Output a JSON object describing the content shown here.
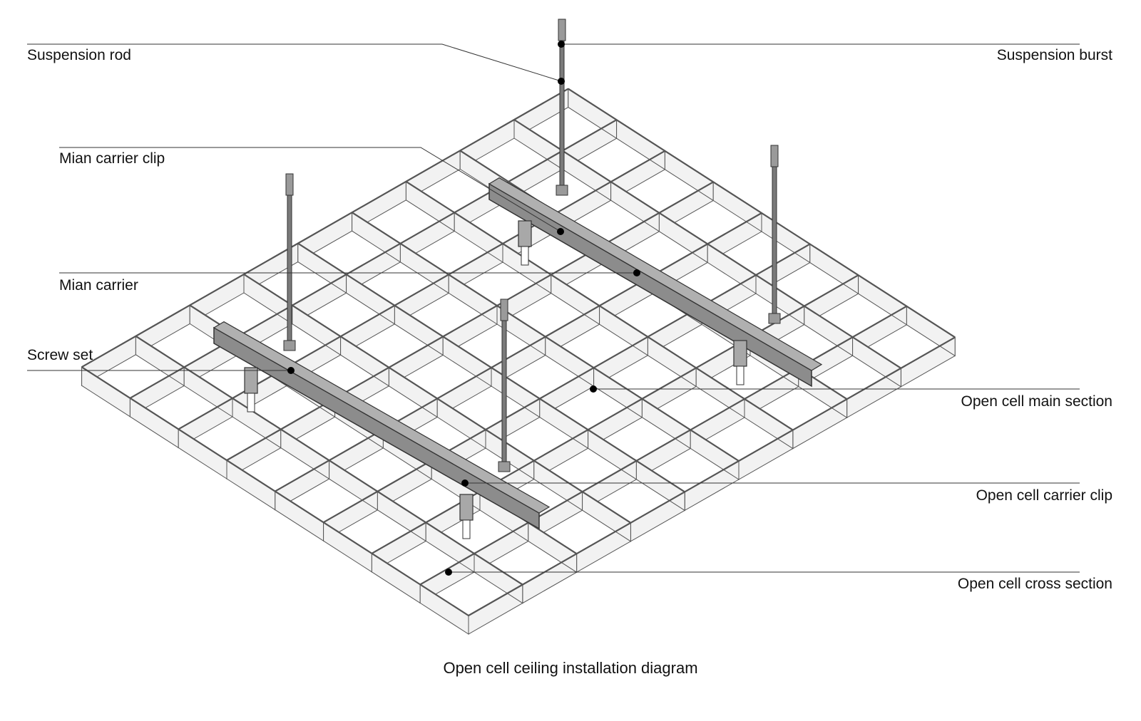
{
  "caption": "Open cell ceiling installation diagram",
  "labels": {
    "suspension_rod": "Suspension rod",
    "suspension_burst": "Suspension burst",
    "main_carrier_clip": "Mian carrier clip",
    "main_carrier": "Mian carrier",
    "screw_set": "Screw set",
    "open_cell_main_section": "Open cell main section",
    "open_cell_carrier_clip": "Open cell carrier clip",
    "open_cell_cross_section": "Open cell cross section"
  },
  "colors": {
    "grid_fill": "#f2f2f2",
    "grid_stroke": "#555555",
    "carrier": "#8c8c8c",
    "rod": "#7a7a7a",
    "leader": "#333333",
    "dot": "#000000"
  }
}
